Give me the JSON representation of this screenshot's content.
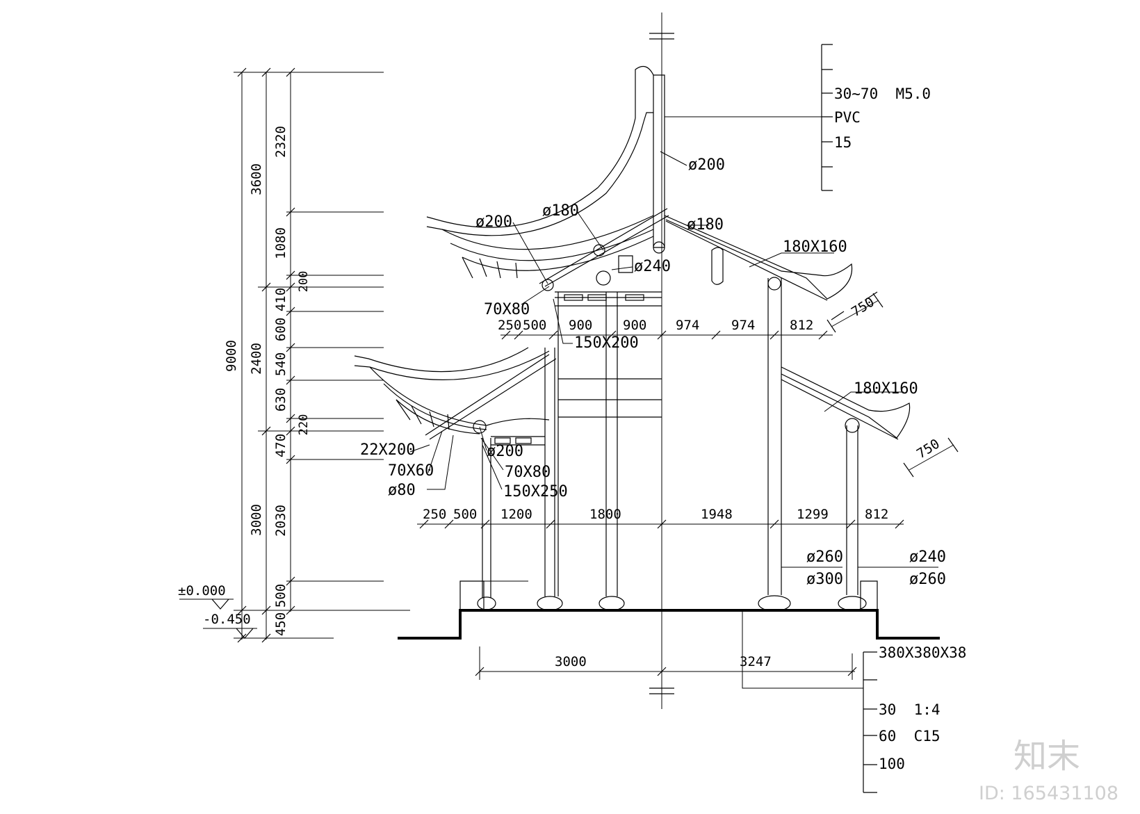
{
  "left_dims": {
    "total": "9000",
    "tier": [
      "3600",
      "2400",
      "3000"
    ],
    "detail": [
      "2320",
      "1080",
      "200",
      "410",
      "600",
      "540",
      "630",
      "220",
      "470",
      "2030",
      "500",
      "450"
    ]
  },
  "levels": {
    "ground": "±0.000",
    "base": "-0.450"
  },
  "upper_dims": [
    "250",
    "500",
    "900",
    "900",
    "974",
    "974",
    "812"
  ],
  "lower_dims": [
    "250",
    "500",
    "1200",
    "1800",
    "1948",
    "1299",
    "812"
  ],
  "base_dims": [
    "3000",
    "3247"
  ],
  "eave_dims": [
    "750",
    "750"
  ],
  "labels": {
    "ridge_d200": "ø200",
    "d180_a": "ø180",
    "d180_b": "ø180",
    "d200_upper": "ø200",
    "d240": "ø240",
    "beam_180x160_a": "180X160",
    "beam_180x160_b": "180X160",
    "rafter_70x80_a": "70X80",
    "beam_150x200": "150X200",
    "board_22x200": "22X200",
    "rafter_70x60": "70X60",
    "d80": "ø80",
    "d200_lower": "ø200",
    "rafter_70x80_b": "70X80",
    "beam_150x250": "150X250",
    "col_d260_a": "ø260",
    "col_d300": "ø300",
    "col_d240": "ø240",
    "col_d260_b": "ø260"
  },
  "roof_spec": [
    "30~70  M5.0",
    "PVC",
    "15"
  ],
  "base_spec": [
    "380X380X38",
    "30  1:4",
    "60  C15",
    "100"
  ],
  "watermark": {
    "logo": "知末",
    "id": "ID: 165431108"
  }
}
